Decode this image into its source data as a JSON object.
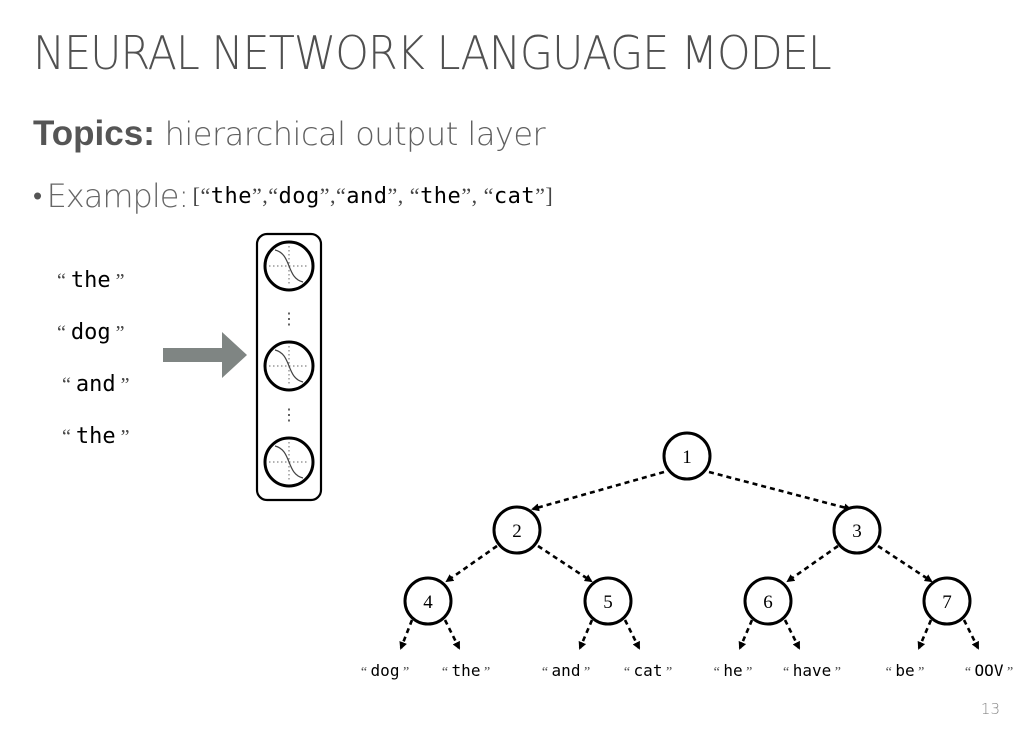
{
  "slide": {
    "title": "NEURAL NETWORK LANGUAGE MODEL",
    "topics_label": "Topics:",
    "topics_value": "hierarchical output layer",
    "bullet": "•",
    "example_label": "Example:",
    "page_number": "13"
  },
  "example_sequence": [
    "the",
    "dog",
    "and",
    "the",
    "cat"
  ],
  "input_words": [
    "the",
    "dog",
    "and",
    "the"
  ],
  "hidden_layer": {
    "visible_units": 3,
    "ellipsis": "⋮"
  },
  "tree": {
    "nodes": [
      "1",
      "2",
      "3",
      "4",
      "5",
      "6",
      "7"
    ],
    "leaves": [
      "dog",
      "the",
      "and",
      "cat",
      "he",
      "have",
      "be",
      "OOV"
    ]
  },
  "colors": {
    "arrow": "#7f8583",
    "text": "#555555",
    "node_stroke": "#000000"
  }
}
